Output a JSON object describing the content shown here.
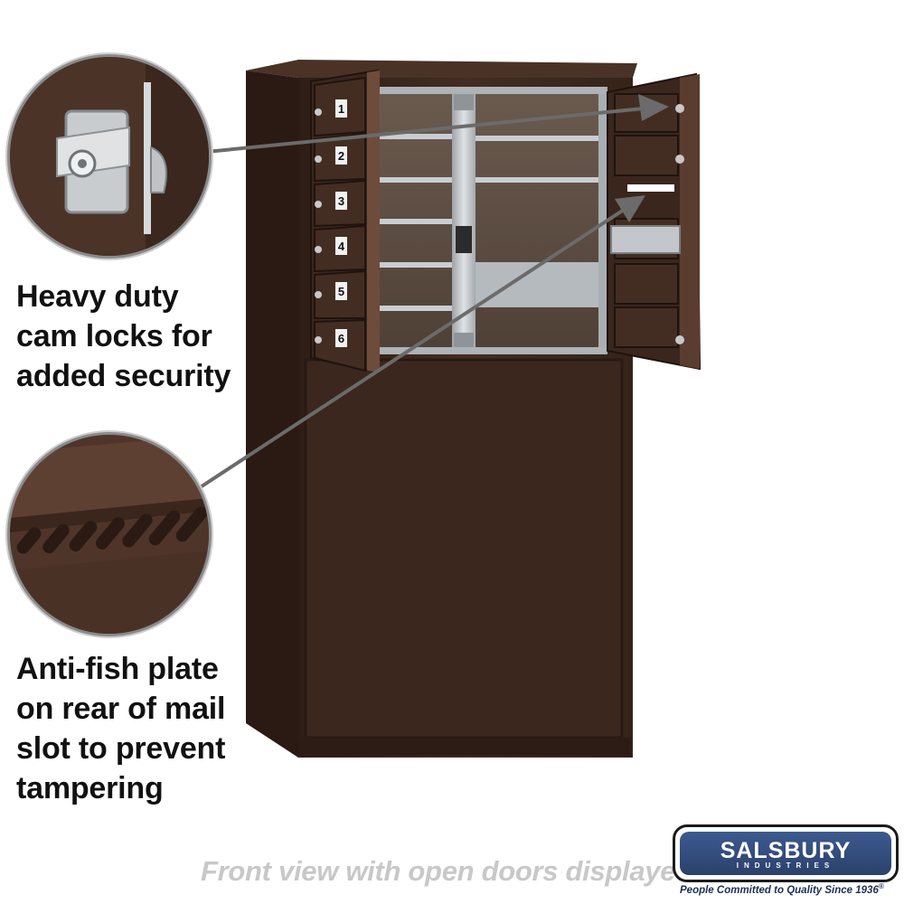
{
  "callouts": {
    "cam_lock": [
      "Heavy duty",
      "cam locks for",
      "added security"
    ],
    "anti_fish": [
      "Anti-fish plate",
      "on rear of mail",
      "slot to prevent",
      "tampering"
    ]
  },
  "door_numbers": [
    "1",
    "2",
    "3",
    "4",
    "5",
    "6"
  ],
  "caption": "Front view with open doors displayed",
  "logo": {
    "wordmark": "SALSBURY",
    "sub": "INDUSTRIES",
    "tagline": "People Committed to Quality Since 1936",
    "registered": "®"
  },
  "colors": {
    "bronze": "#3f2a20",
    "bronze_dark": "#2c1c15",
    "bronze_light": "#5a3d2f",
    "aluminum": "#b9bdc2",
    "logo_blue": "#2f4a7c"
  }
}
